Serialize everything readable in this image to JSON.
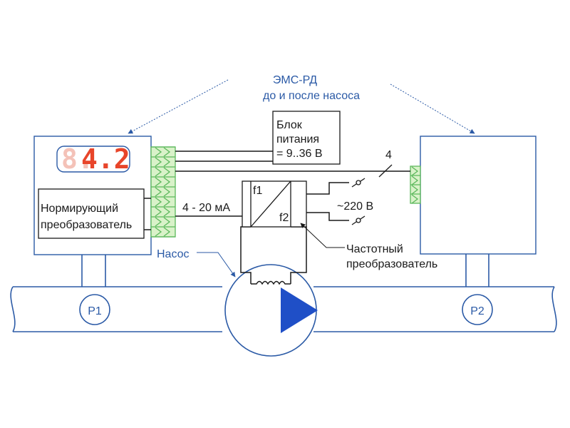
{
  "header": {
    "line1": "ЭМС-РД",
    "line2": "до и после насоса"
  },
  "power_supply": {
    "line1": "Блок",
    "line2": "питания",
    "line3": "= 9..36 В"
  },
  "display": {
    "dim_digit": "8.",
    "value": "4.2"
  },
  "normalizer": {
    "line1": "Нормирующий",
    "line2": "преобразователь"
  },
  "signal_label": "4 - 20 мА",
  "wire_count": "4",
  "vfd": {
    "in_label": "f1",
    "out_label": "f2"
  },
  "mains_label": "~220 В",
  "vfd_caption": {
    "line1": "Частотный",
    "line2": "преобразователь"
  },
  "pump_label": "Насос",
  "sensors": {
    "p1": "P1",
    "p2": "P2"
  },
  "colors": {
    "ink": "#1a1a1a",
    "pipe_blue": "#2b5aa6",
    "terminal_green": "#5cb85c",
    "terminal_fill": "#d9f2c9",
    "display_red": "#e8452a",
    "display_dim": "#f4c2b8"
  }
}
